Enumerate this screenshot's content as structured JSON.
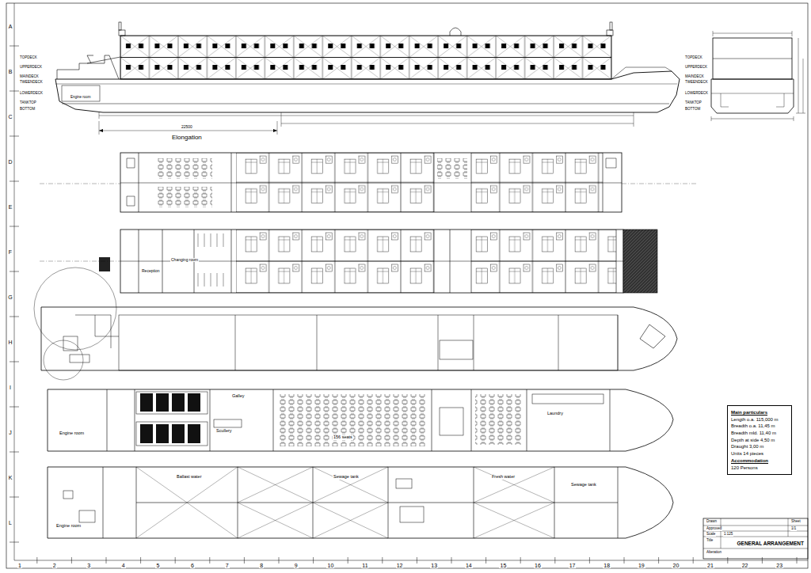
{
  "diagram": {
    "nodes": [
      {
        "text": [
          "Main particulars",
          "Length o.a. 115,000 m",
          "Breadth o.a. 11,45 m",
          "Breadth mld. 11,40 m",
          "Depth at side 4,50 m",
          "Draught 3,00 m",
          "Units 14 pieces",
          "Accommodation",
          "120 Persons"
        ]
      },
      {
        "text": [
          "GENERAL ARRANGEMENT"
        ]
      }
    ],
    "labels": [
      "TOPDECK",
      "UPPERDECK",
      "MAINDECK",
      "TWEENDECK",
      "LOWERDECK",
      "TANKTOP",
      "BOTTOM",
      "TOPDECK",
      "UPPERDECK",
      "MAINDECK",
      "TWEENDECK",
      "LOWERDECK",
      "TANKTOP",
      "BOTTOM",
      "22500",
      "Elongation",
      "Engine room",
      "Reception",
      "Changing room",
      "Galley",
      "Scullery",
      "156 seats",
      "Laundry",
      "Engine room",
      "Ballast water",
      "Sewage tank",
      "Fresh water",
      "Sewage tank",
      "Engine room",
      "Drawn",
      "Approved",
      "Scale",
      "1:125",
      "Title",
      "Alteration",
      "Sheet",
      "1/1",
      "1",
      "2",
      "3",
      "4",
      "5",
      "6",
      "7",
      "8",
      "9",
      "10",
      "11",
      "12",
      "13",
      "14",
      "15",
      "16",
      "17",
      "18",
      "19",
      "20",
      "21",
      "22",
      "23",
      "A",
      "B",
      "C",
      "D",
      "E",
      "F",
      "G",
      "H",
      "I",
      "J",
      "K",
      "L"
    ]
  }
}
